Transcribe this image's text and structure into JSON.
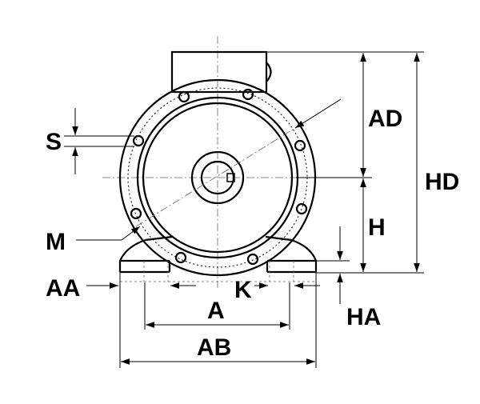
{
  "labels": {
    "AD": "AD",
    "HD": "HD",
    "H": "H",
    "S": "S",
    "M": "M",
    "AA": "AA",
    "K": "K",
    "A": "A",
    "HA": "HA",
    "AB": "AB"
  }
}
